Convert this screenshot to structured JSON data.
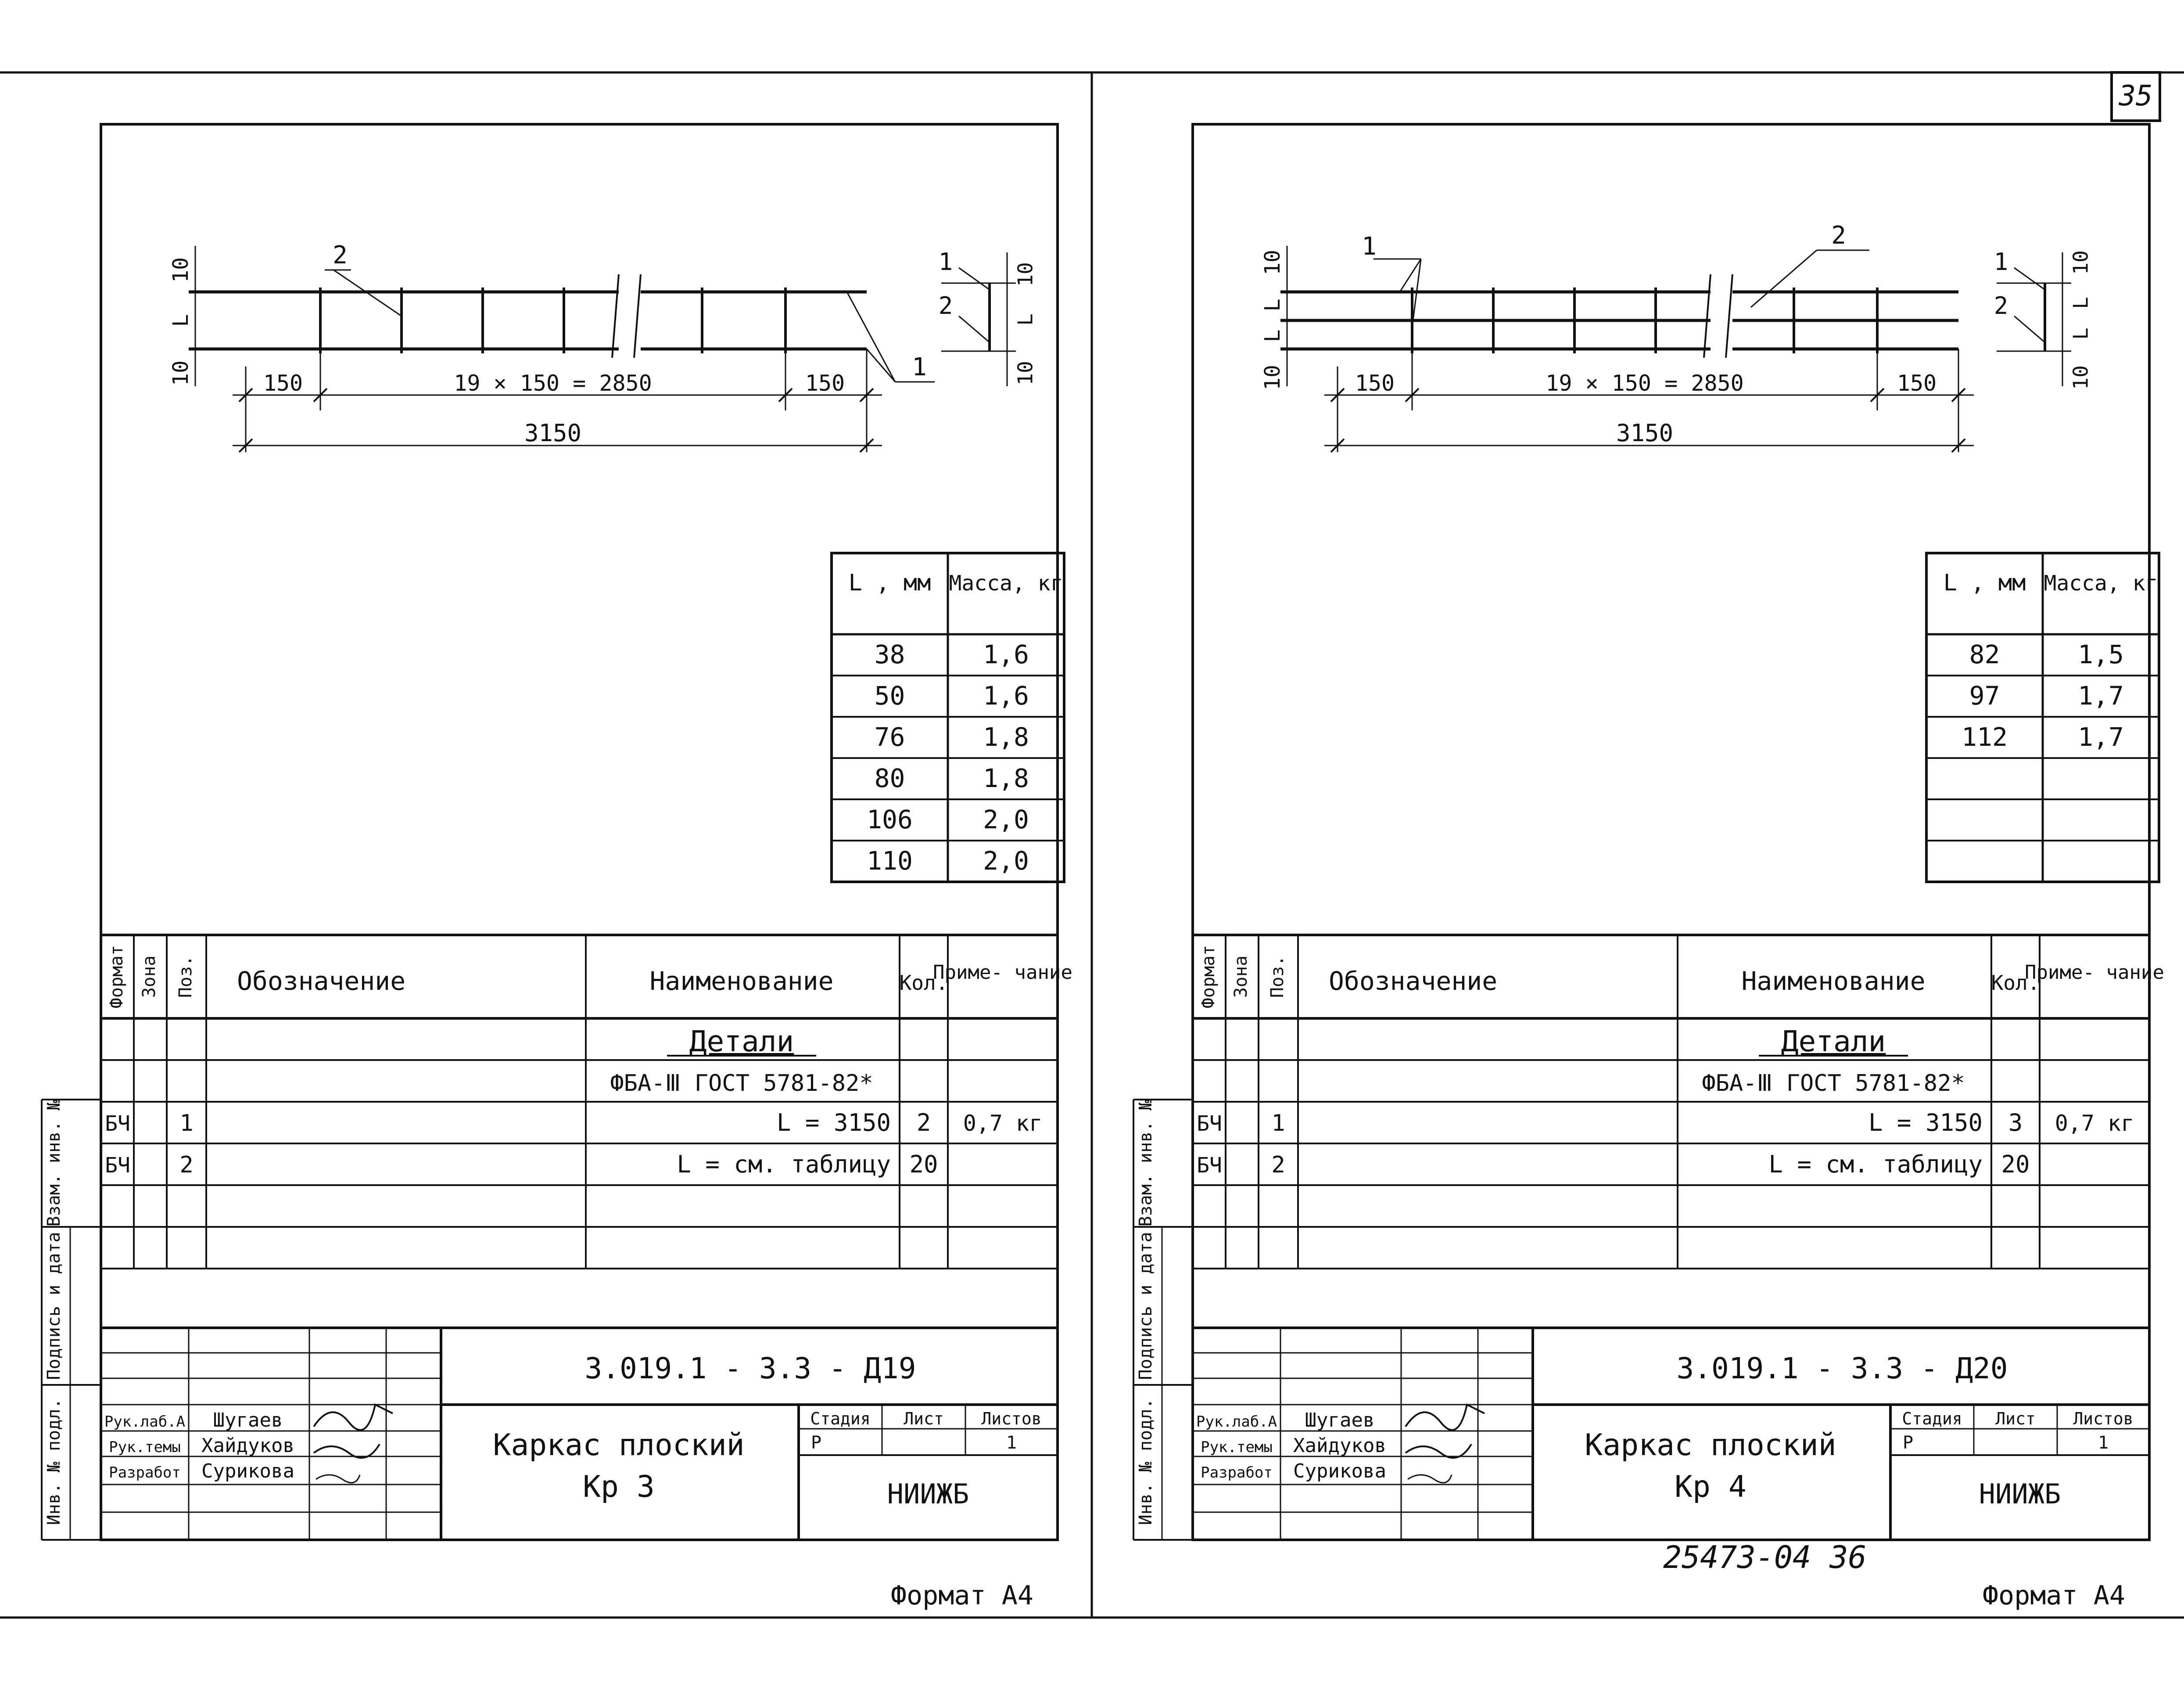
{
  "page_number": "35",
  "footer_number": "25473-04   36",
  "sheets": [
    {
      "id": "left",
      "diagram": {
        "dims_bottom": [
          "150",
          "19 × 150 = 2850",
          "150"
        ],
        "total": "3150",
        "dim_vertical": [
          "10",
          "L",
          "10"
        ],
        "callouts": [
          "1",
          "2"
        ],
        "section_dims": [
          "10",
          "L",
          "10"
        ],
        "section_callouts": [
          "1",
          "2"
        ]
      },
      "mass_table": {
        "headers": [
          "L , мм",
          "Масса, кг"
        ],
        "rows": [
          [
            "38",
            "1,6"
          ],
          [
            "50",
            "1,6"
          ],
          [
            "76",
            "1,8"
          ],
          [
            "80",
            "1,8"
          ],
          [
            "106",
            "2,0"
          ],
          [
            "110",
            "2,0"
          ]
        ]
      },
      "spec": {
        "headers": {
          "format": "Формат",
          "zone": "Зона",
          "pos": "Поз.",
          "designation": "Обозначение",
          "name": "Наименование",
          "qty": "Кол.",
          "note": "Приме- чание"
        },
        "section": "Детали",
        "material": "ФБА-Ⅲ ГОСТ 5781-82*",
        "rows": [
          {
            "format": "БЧ",
            "pos": "1",
            "name": "L = 3150",
            "qty": "2",
            "note": "0,7 кг"
          },
          {
            "format": "БЧ",
            "pos": "2",
            "name": "L = см. таблицу",
            "qty": "20",
            "note": ""
          }
        ]
      },
      "side_labels": [
        "Взам. инв. №",
        "Подпись и дата",
        "Инв. № подл."
      ],
      "title_block": {
        "code": "3.019.1 - 3.3 - Д19",
        "roles": [
          "Рук.лаб.А",
          "Рук.темы",
          "Разработ"
        ],
        "names": [
          "Шугаев",
          "Хайдуков",
          "Сурикова"
        ],
        "title_line1": "Каркас   плоский",
        "title_line2": "Кр 3",
        "stage_label": "Стадия",
        "sheet_label": "Лист",
        "sheets_label": "Листов",
        "stage": "Р",
        "sheets_count": "1",
        "org": "НИИЖБ"
      },
      "format": "Формат А4"
    },
    {
      "id": "right",
      "diagram": {
        "dims_bottom": [
          "150",
          "19 × 150 = 2850",
          "150"
        ],
        "total": "3150",
        "dim_vertical": [
          "10",
          "L",
          "L",
          "10"
        ],
        "callouts": [
          "1",
          "2"
        ],
        "section_dims": [
          "10",
          "L",
          "L",
          "10"
        ],
        "section_callouts": [
          "1",
          "2"
        ]
      },
      "mass_table": {
        "headers": [
          "L , мм",
          "Масса, кг"
        ],
        "rows": [
          [
            "82",
            "1,5"
          ],
          [
            "97",
            "1,7"
          ],
          [
            "112",
            "1,7"
          ],
          [
            "",
            ""
          ],
          [
            "",
            ""
          ],
          [
            "",
            ""
          ]
        ]
      },
      "spec": {
        "headers": {
          "format": "Формат",
          "zone": "Зона",
          "pos": "Поз.",
          "designation": "Обозначение",
          "name": "Наименование",
          "qty": "Кол.",
          "note": "Приме- чание"
        },
        "section": "Детали",
        "material": "ФБА-Ⅲ ГОСТ 5781-82*",
        "rows": [
          {
            "format": "БЧ",
            "pos": "1",
            "name": "L = 3150",
            "qty": "3",
            "note": "0,7 кг"
          },
          {
            "format": "БЧ",
            "pos": "2",
            "name": "L = см. таблицу",
            "qty": "20",
            "note": ""
          }
        ]
      },
      "side_labels": [
        "Взам. инв. №",
        "Подпись и дата",
        "Инв. № подл."
      ],
      "title_block": {
        "code": "3.019.1 - 3.3 - Д20",
        "roles": [
          "Рук.лаб.А",
          "Рук.темы",
          "Разработ"
        ],
        "names": [
          "Шугаев",
          "Хайдуков",
          "Сурикова"
        ],
        "title_line1": "Каркас   плоский",
        "title_line2": "Кр 4",
        "stage_label": "Стадия",
        "sheet_label": "Лист",
        "sheets_label": "Листов",
        "stage": "Р",
        "sheets_count": "1",
        "org": "НИИЖБ"
      },
      "format": "Формат А4"
    }
  ]
}
